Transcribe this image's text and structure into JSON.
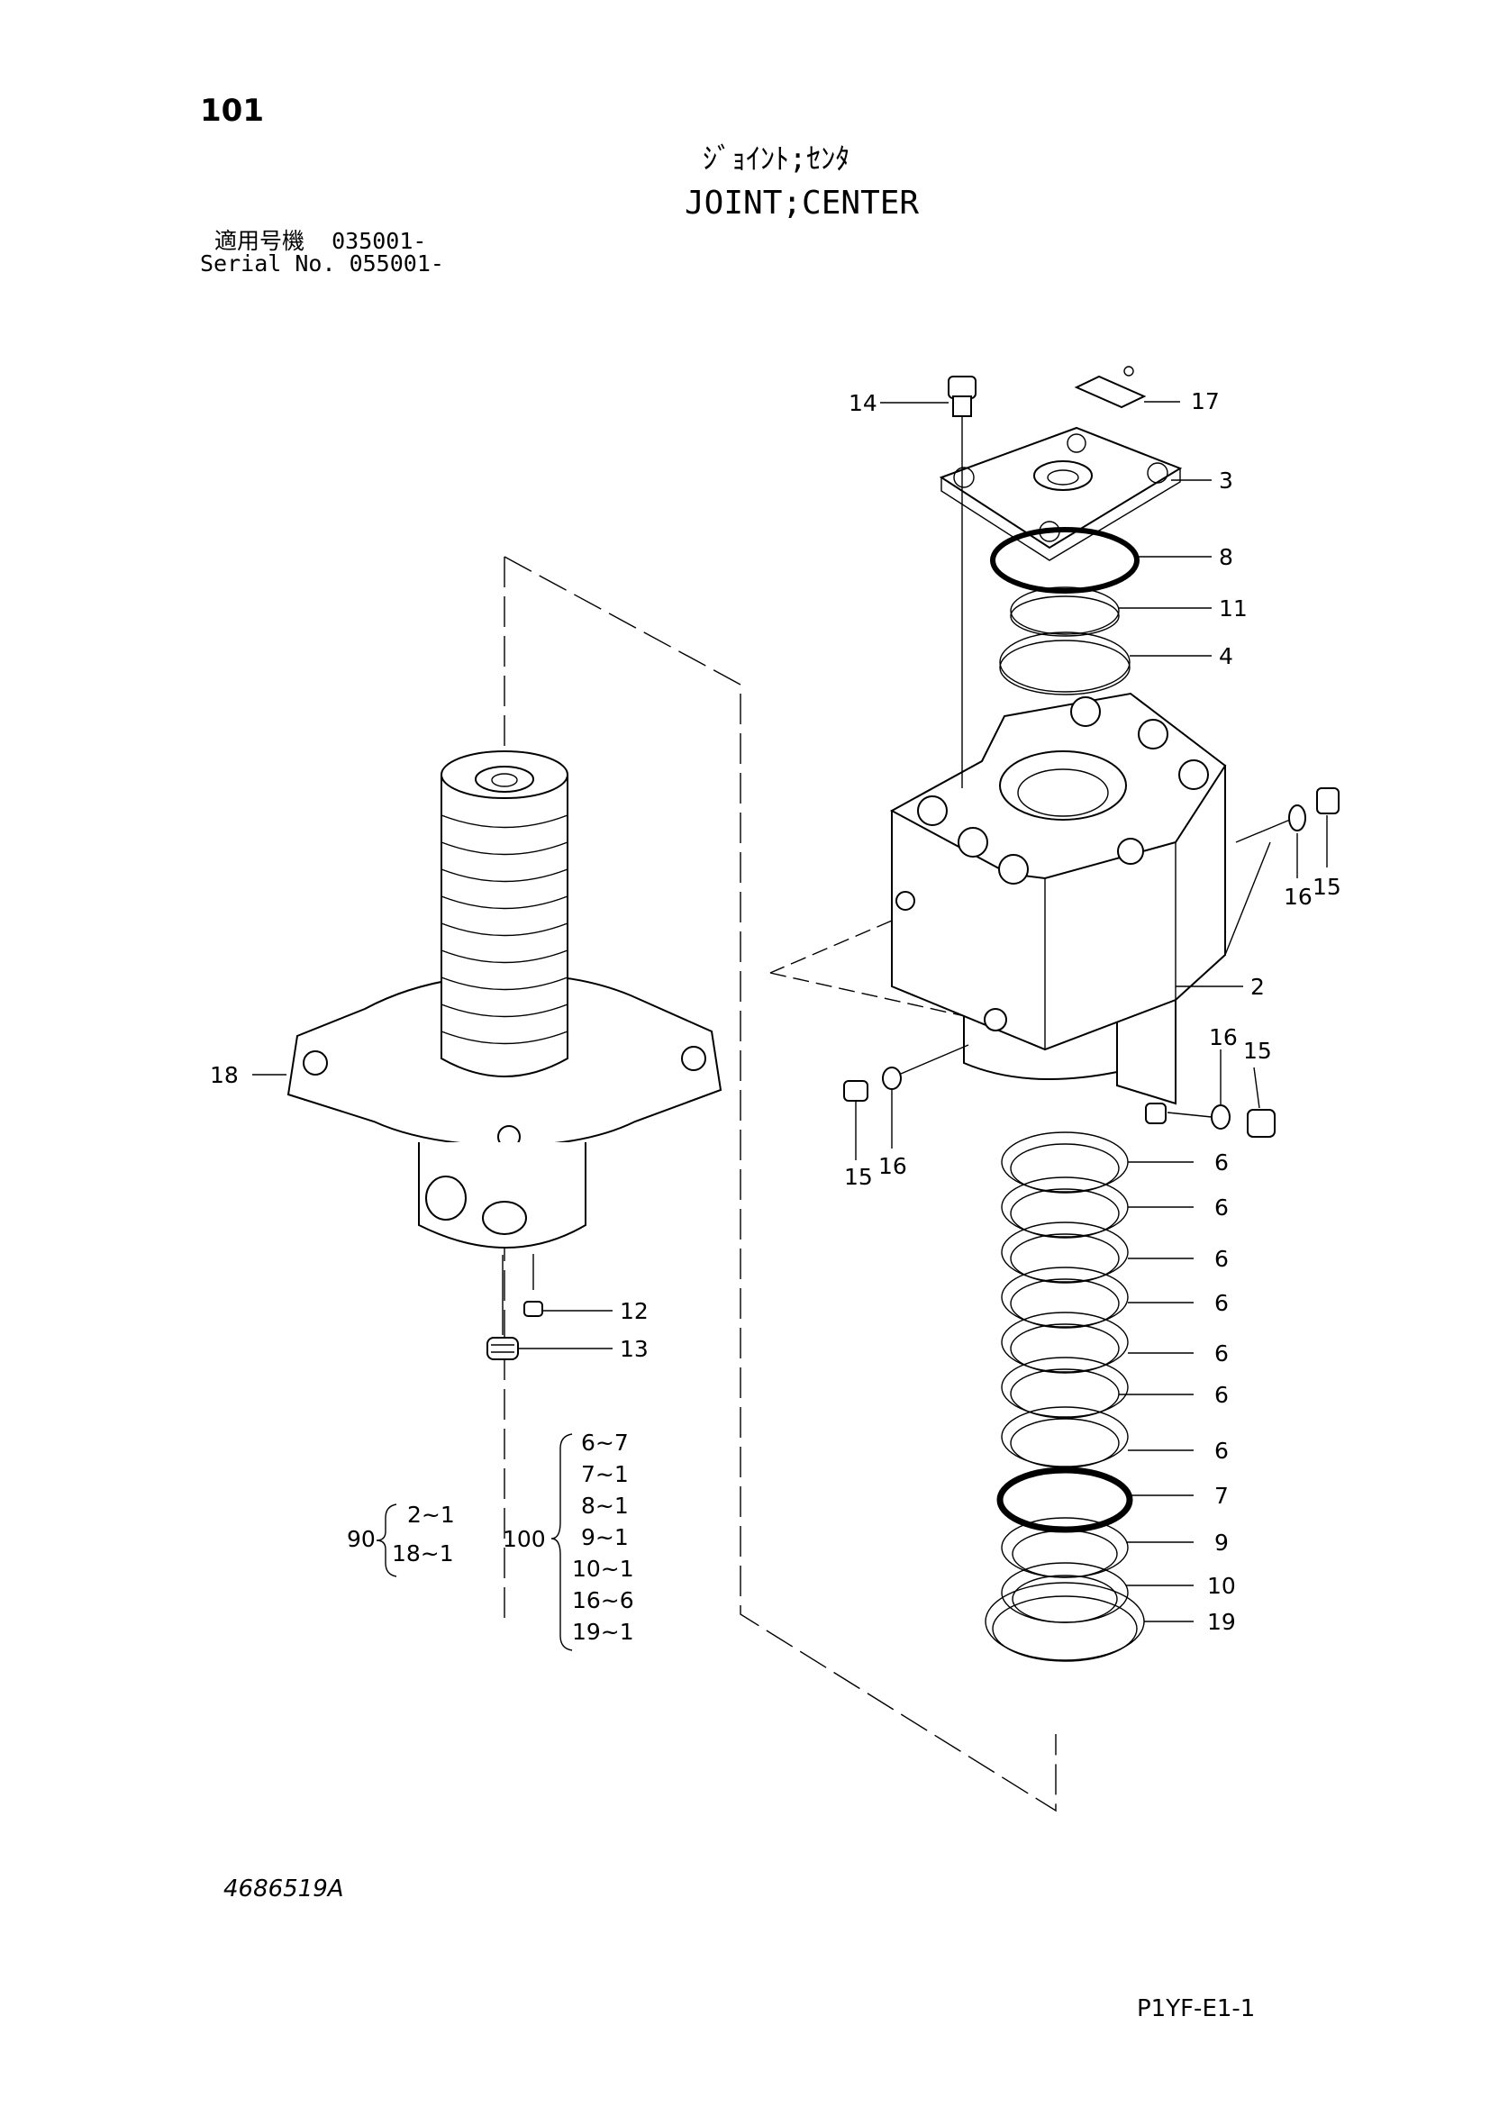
{
  "page": {
    "number": "101",
    "drawing_no": "4686519A",
    "page_code": "P1YF-E1-1"
  },
  "title": {
    "jp": "ｼﾞｮｲﾝﾄ;ｾﾝﾀ",
    "en": "JOINT;CENTER"
  },
  "serial": {
    "jp_line": "適用号機  035001-",
    "en_line": "Serial No. 055001-"
  },
  "callouts": [
    {
      "label": "14"
    },
    {
      "label": "17"
    },
    {
      "label": "3"
    },
    {
      "label": "8"
    },
    {
      "label": "11"
    },
    {
      "label": "4"
    },
    {
      "label": "16"
    },
    {
      "label": "15"
    },
    {
      "label": "2"
    },
    {
      "label": "16"
    },
    {
      "label": "15"
    },
    {
      "label": "15"
    },
    {
      "label": "16"
    },
    {
      "label": "18"
    },
    {
      "label": "12"
    },
    {
      "label": "13"
    },
    {
      "label": "6"
    },
    {
      "label": "6"
    },
    {
      "label": "6"
    },
    {
      "label": "6"
    },
    {
      "label": "6"
    },
    {
      "label": "6"
    },
    {
      "label": "6"
    },
    {
      "label": "7"
    },
    {
      "label": "9"
    },
    {
      "label": "10"
    },
    {
      "label": "19"
    }
  ],
  "assembly_90": {
    "label": "90",
    "items": [
      "2~1",
      "18~1"
    ]
  },
  "assembly_100": {
    "label": "100",
    "items": [
      "6~7",
      "7~1",
      "8~1",
      "9~1",
      "10~1",
      "16~6",
      "19~1"
    ]
  }
}
